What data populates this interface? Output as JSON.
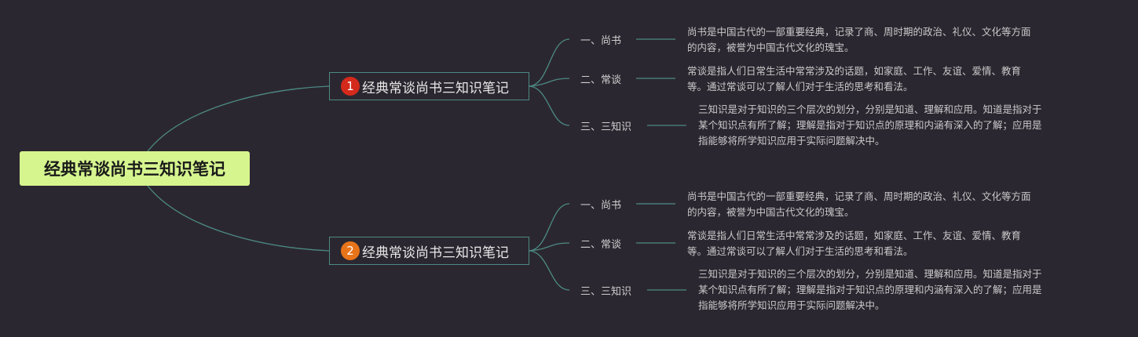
{
  "root": {
    "label": "经典常谈尚书三知识笔记"
  },
  "colors": {
    "background": "#2b2730",
    "root_fill": "#d6f58f",
    "branch_border": "#4c8a84",
    "connector": "#4c8a84",
    "marker_1": "#d42a1c",
    "marker_2": "#e8741a"
  },
  "branches": [
    {
      "marker": "1",
      "label": "经典常谈尚书三知识笔记",
      "topics": [
        {
          "label": "一、尚书",
          "note": [
            "尚书是中国古代的一部重要经典，记录了商、周时期的政治、礼仪、文化等方面",
            "的内容，被誉为中国古代文化的瑰宝。"
          ]
        },
        {
          "label": "二、常谈",
          "note": [
            "常谈是指人们日常生活中常常涉及的话题，如家庭、工作、友谊、爱情、教育",
            "等。通过常谈可以了解人们对于生活的思考和看法。"
          ]
        },
        {
          "label": "三、三知识",
          "note": [
            "三知识是对于知识的三个层次的划分，分别是知道、理解和应用。知道是指对于",
            "某个知识点有所了解；理解是指对于知识点的原理和内涵有深入的了解；应用是",
            "指能够将所学知识应用于实际问题解决中。"
          ]
        }
      ]
    },
    {
      "marker": "2",
      "label": "经典常谈尚书三知识笔记",
      "topics": [
        {
          "label": "一、尚书",
          "note": [
            "尚书是中国古代的一部重要经典，记录了商、周时期的政治、礼仪、文化等方面",
            "的内容，被誉为中国古代文化的瑰宝。"
          ]
        },
        {
          "label": "二、常谈",
          "note": [
            "常谈是指人们日常生活中常常涉及的话题，如家庭、工作、友谊、爱情、教育",
            "等。通过常谈可以了解人们对于生活的思考和看法。"
          ]
        },
        {
          "label": "三、三知识",
          "note": [
            "三知识是对于知识的三个层次的划分，分别是知道、理解和应用。知道是指对于",
            "某个知识点有所了解；理解是指对于知识点的原理和内涵有深入的了解；应用是",
            "指能够将所学知识应用于实际问题解决中。"
          ]
        }
      ]
    }
  ]
}
